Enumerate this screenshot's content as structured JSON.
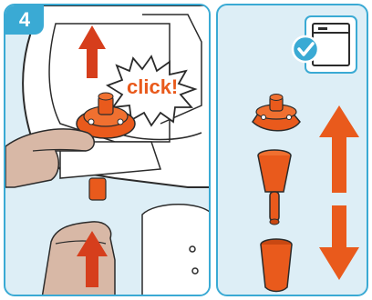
{
  "step": {
    "number": "4",
    "click_label": "click!"
  },
  "icons": {
    "up_arrow_left": "up-arrow",
    "up_arrow_right": "up-arrow",
    "down_arrow_right": "down-arrow",
    "checkmark": "checkmark-circle",
    "dishwasher": "dishwasher"
  },
  "colors": {
    "accent_blue": "#3aaad4",
    "panel_bg": "#ddeef6",
    "part_orange": "#e95a1c",
    "arrow_red": "#d63e1c",
    "skin": "#d8b8a6"
  }
}
